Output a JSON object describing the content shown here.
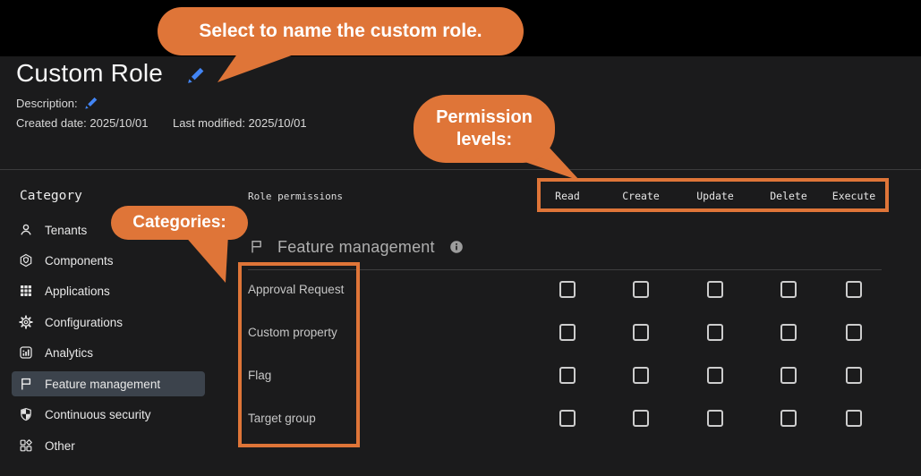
{
  "colors": {
    "background": "#1B1B1C",
    "top_bar": "#000000",
    "annotation_orange": "#DF7538",
    "edit_blue": "#4285F4",
    "selected_item_bg": "#3C434C"
  },
  "callouts": {
    "name_role": "Select to name the custom role.",
    "permission_levels": [
      "Permission",
      "levels:"
    ],
    "categories": "Categories:"
  },
  "header": {
    "title": "Custom Role",
    "description_label": "Description:",
    "created": "Created date: 2025/10/01",
    "modified": "Last modified: 2025/10/01"
  },
  "sidebar": {
    "heading": "Category",
    "items": [
      {
        "label": "Tenants",
        "icon": "person-icon",
        "selected": false
      },
      {
        "label": "Components",
        "icon": "cube-shield-icon",
        "selected": false
      },
      {
        "label": "Applications",
        "icon": "grid-icon",
        "selected": false
      },
      {
        "label": "Configurations",
        "icon": "gear-icon",
        "selected": false
      },
      {
        "label": "Analytics",
        "icon": "bar-chart-icon",
        "selected": false
      },
      {
        "label": "Feature management",
        "icon": "flag-icon",
        "selected": true
      },
      {
        "label": "Continuous security",
        "icon": "shield-icon",
        "selected": false
      },
      {
        "label": "Other",
        "icon": "shapes-icon",
        "selected": false
      }
    ]
  },
  "permissions": {
    "table_label": "Role permissions",
    "columns": [
      "Read",
      "Create",
      "Update",
      "Delete",
      "Execute"
    ],
    "section_title": "Feature management",
    "section_icon": "flag-icon",
    "info_icon": "info-icon",
    "rows": [
      {
        "label": "Approval Request",
        "checked": [
          false,
          false,
          false,
          false,
          false
        ]
      },
      {
        "label": "Custom property",
        "checked": [
          false,
          false,
          false,
          false,
          false
        ]
      },
      {
        "label": "Flag",
        "checked": [
          false,
          false,
          false,
          false,
          false
        ]
      },
      {
        "label": "Target group",
        "checked": [
          false,
          false,
          false,
          false,
          false
        ]
      }
    ]
  }
}
